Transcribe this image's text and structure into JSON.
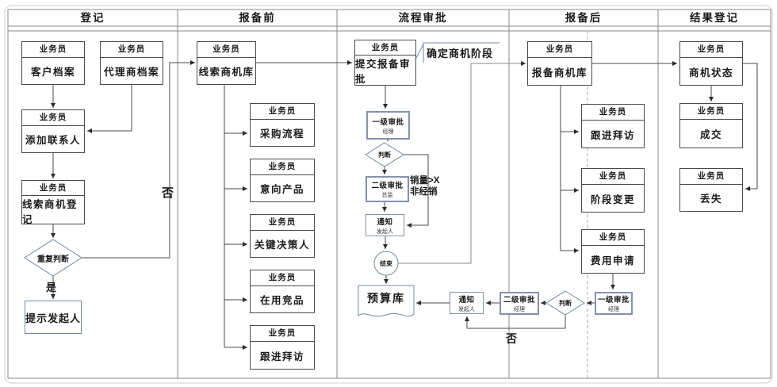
{
  "lanes": [
    {
      "title": "登记"
    },
    {
      "title": "报备前"
    },
    {
      "title": "流程审批"
    },
    {
      "title": "报备后"
    },
    {
      "title": "结果登记"
    }
  ],
  "nodes": {
    "customer_file": {
      "role": "业务员",
      "label": "客户档案"
    },
    "agent_file": {
      "role": "业务员",
      "label": "代理商档案"
    },
    "add_contact": {
      "role": "业务员",
      "label": "添加联系人"
    },
    "lead_register": {
      "role": "业务员",
      "label": "线索商机登记"
    },
    "dup_check": {
      "label": "重复判断"
    },
    "prompt_initiator": {
      "label": "提示发起人"
    },
    "lead_pool": {
      "role": "业务员",
      "label": "线索商机库"
    },
    "purchase_process": {
      "role": "业务员",
      "label": "采购流程"
    },
    "intent_product": {
      "role": "业务员",
      "label": "意向产品"
    },
    "key_decision_maker": {
      "role": "业务员",
      "label": "关键决策人"
    },
    "competitor_in_use": {
      "role": "业务员",
      "label": "在用竞品"
    },
    "follow_visit_pre": {
      "role": "业务员",
      "label": "跟进拜访"
    },
    "submit_approval": {
      "role": "业务员",
      "label": "提交报备审批"
    },
    "approve_l1": {
      "label": "一级审批",
      "sub": "经理"
    },
    "judge_main": {
      "label": "判断"
    },
    "approve_l2": {
      "label": "二级审批",
      "sub": "总监"
    },
    "notify_main": {
      "label": "通知",
      "sub": "发起人"
    },
    "end": {
      "label": "结束"
    },
    "budget_pool": {
      "label": "预算库"
    },
    "notify_expense": {
      "label": "通知",
      "sub": "发起人"
    },
    "approve_l2_expense": {
      "label": "二级审批",
      "sub": "经理"
    },
    "judge_expense": {
      "label": "判断"
    },
    "approve_l1_expense": {
      "label": "一级审批",
      "sub": "经理"
    },
    "reported_pool": {
      "role": "业务员",
      "label": "报备商机库"
    },
    "follow_visit_post": {
      "role": "业务员",
      "label": "跟进拜访"
    },
    "stage_change": {
      "role": "业务员",
      "label": "阶段变更"
    },
    "expense_apply": {
      "role": "业务员",
      "label": "费用申请"
    },
    "opp_status": {
      "role": "业务员",
      "label": "商机状态"
    },
    "deal_won": {
      "role": "业务员",
      "label": "成交"
    },
    "deal_lost": {
      "role": "业务员",
      "label": "丢失"
    }
  },
  "labels": {
    "yes": "是",
    "no_dup": "否",
    "no_expense": "否",
    "stage_callout": "确定商机阶段",
    "condition_line1": "销量>X",
    "condition_line2": "非经销"
  },
  "colors": {
    "line": "#4a4a4a",
    "shape_accent": "#7585a5",
    "lane_border": "#8a8a8a",
    "loop_line": "#8a8a8a"
  }
}
